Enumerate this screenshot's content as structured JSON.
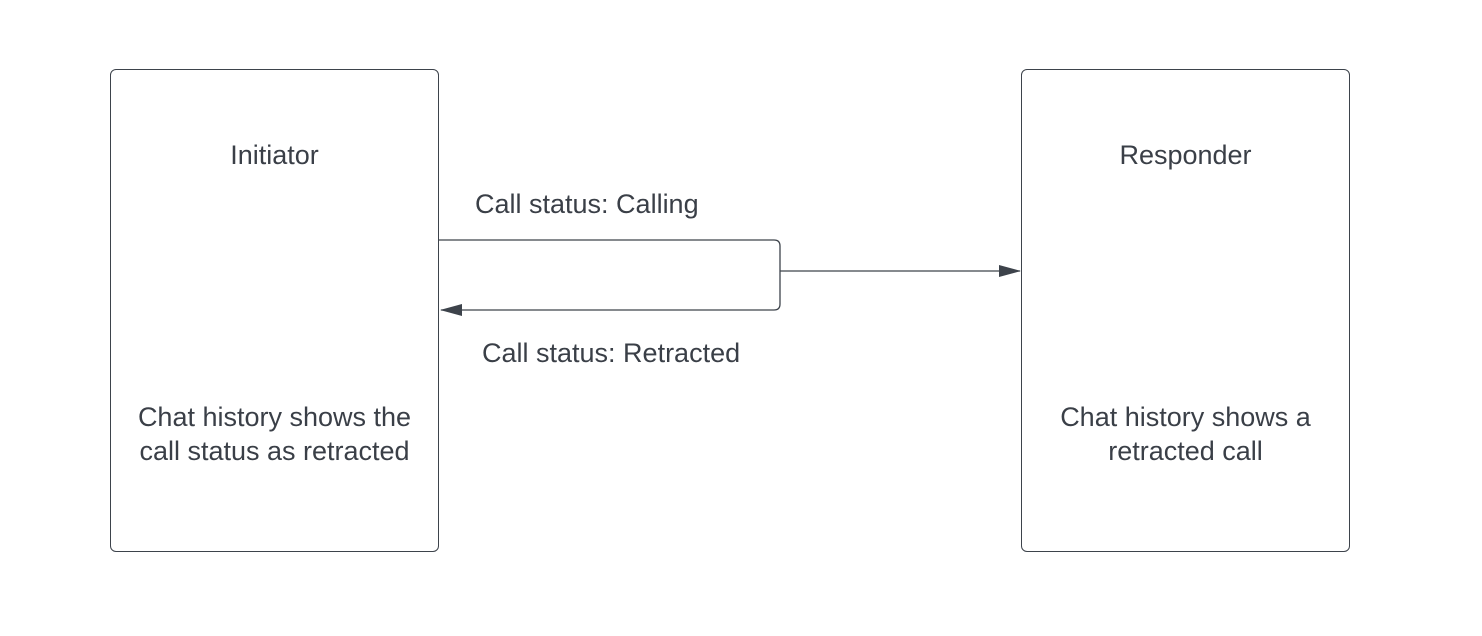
{
  "diagram": {
    "initiator": {
      "title": "Initiator",
      "note": "Chat history shows the\ncall status as retracted"
    },
    "responder": {
      "title": "Responder",
      "note": "Chat history shows a\nretracted call"
    },
    "edges": {
      "calling_label": "Call status: Calling",
      "retracted_label": "Call status: Retracted"
    },
    "colors": {
      "stroke": "#3d434b",
      "text": "#3a3f47",
      "background": "#ffffff"
    }
  }
}
